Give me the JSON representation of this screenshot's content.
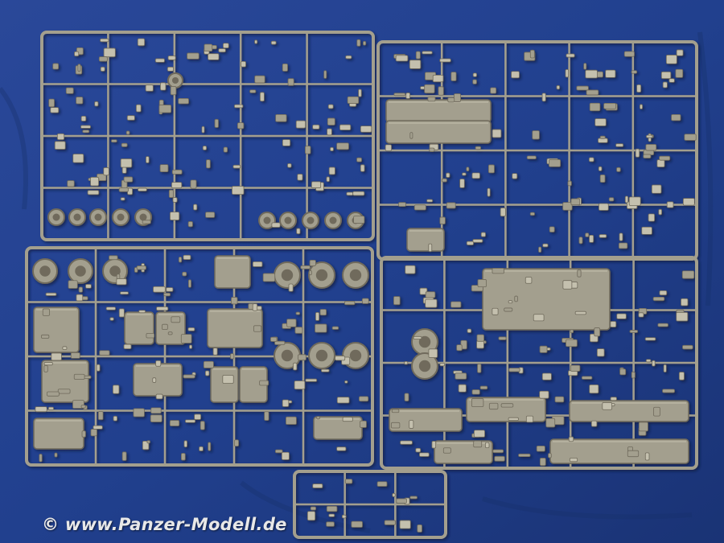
{
  "photo": {
    "subject": "plastic model kit sprues on blue cloth",
    "colors": {
      "background": "#223f8c",
      "plastic": "#a39f8e",
      "plastic_shadow": "#6f6b5c",
      "plastic_highlight": "#c4c0ae"
    },
    "sprue_count": 5
  },
  "watermark": {
    "text": "© www.Panzer-Modell.de"
  }
}
